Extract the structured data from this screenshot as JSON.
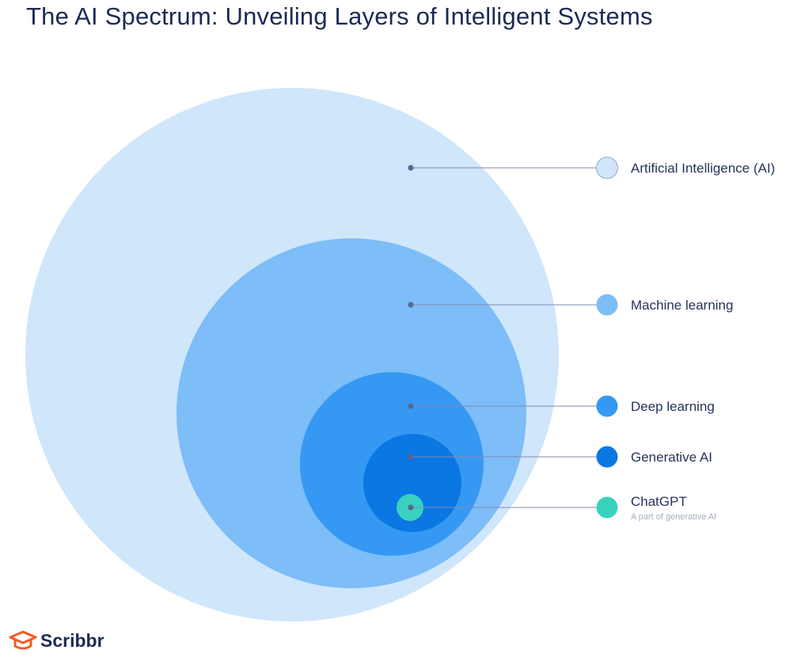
{
  "title": "The AI Spectrum: Unveiling Layers of Intelligent Systems",
  "layers": [
    {
      "label": "Artificial Intelligence (AI)",
      "sublabel": "",
      "color": "#cfe6fb"
    },
    {
      "label": "Machine learning",
      "sublabel": "",
      "color": "#7dbdf8"
    },
    {
      "label": "Deep learning",
      "sublabel": "",
      "color": "#3599f3"
    },
    {
      "label": "Generative AI",
      "sublabel": "",
      "color": "#0b77e2"
    },
    {
      "label": "ChatGPT",
      "sublabel": "A part of generative AI",
      "color": "#38d2bf"
    }
  ],
  "colors": {
    "connector": "#7f8ab0",
    "dot": "#5c6690",
    "title": "#1c2a55",
    "logo_accent": "#f25b23"
  },
  "logo": {
    "icon": "graduation-cap-icon",
    "text": "Scribbr"
  }
}
